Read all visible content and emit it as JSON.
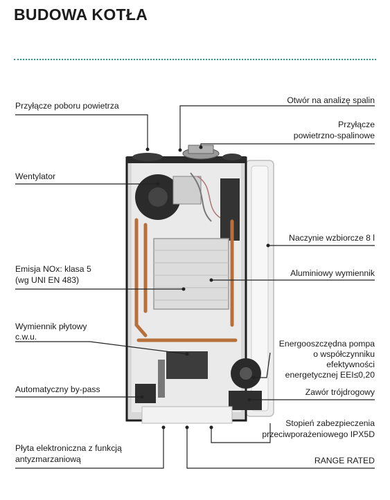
{
  "title": "BUDOWA KOTŁA",
  "labels": {
    "air_intake": "Przyłącze poboru powietrza",
    "fan": "Wentylator",
    "nox_1": "Emisja NOx: klasa 5",
    "nox_2": "(wg UNI EN 483)",
    "plate_hx_1": "Wymiennik płytowy",
    "plate_hx_2": "c.w.u.",
    "bypass": "Automatyczny by-pass",
    "board_1": "Płyta elektroniczna z funkcją",
    "board_2": "antyzmarzaniową",
    "flue_analysis": "Otwór na analizę spalin",
    "flue_conn_1": "Przyłącze",
    "flue_conn_2": "powietrzno-spalinowe",
    "expansion": "Naczynie wzbiorcze 8 l",
    "alu_hx": "Aluminiowy wymiennik",
    "pump_1": "Energooszczędna pompa",
    "pump_2": "o współczynniku",
    "pump_3": "efektywności",
    "pump_4": "energetycznej EEI≤0,20",
    "valve": "Zawór trójdrogowy",
    "ip_1": "Stopień zabezpieczenia",
    "ip_2": "przeciwporażeniowego IPX5D",
    "range": "RANGE RATED"
  },
  "colors": {
    "accent": "#1f9e7d",
    "frame": "#1e1e1e",
    "copper": "#b8703a",
    "aluminium": "#d9d9d9",
    "leader": "#222222"
  }
}
